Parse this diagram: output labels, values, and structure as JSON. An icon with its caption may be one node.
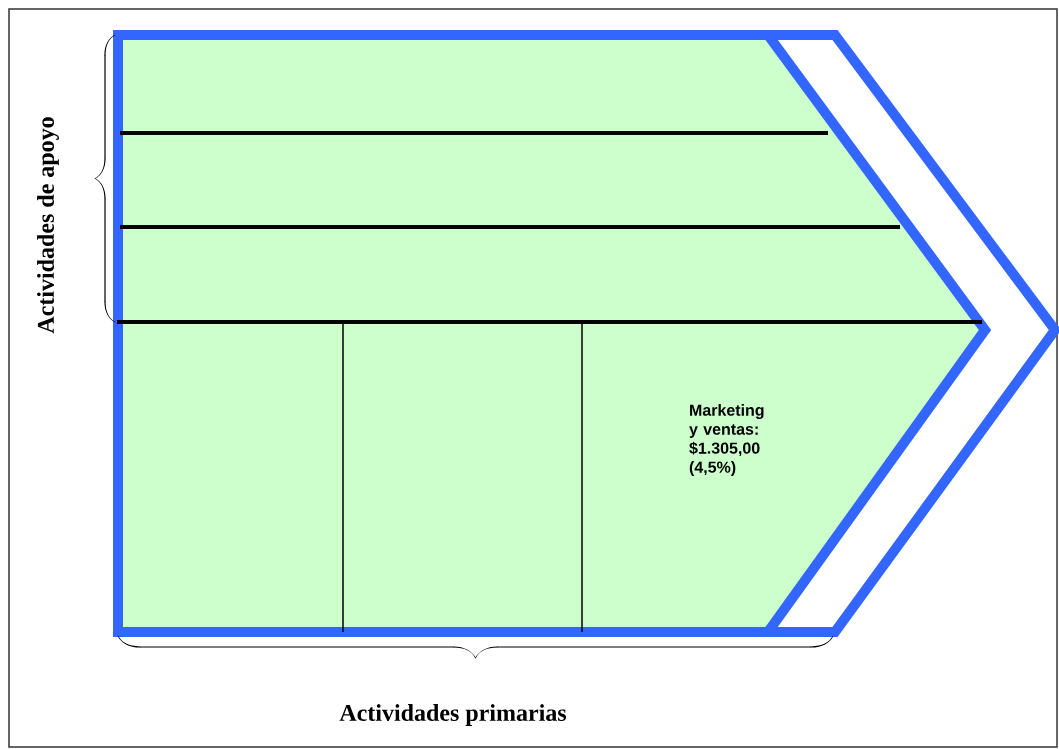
{
  "diagram": {
    "nodes": [
      {
        "text": [],
        "shape": "chevron"
      },
      {
        "text": [
          "Marketing y ventas: $1.305,00 (4,5%)"
        ],
        "in": 0
      }
    ],
    "labels": [
      "Actividades de apoyo",
      "Actividades primarias"
    ]
  }
}
